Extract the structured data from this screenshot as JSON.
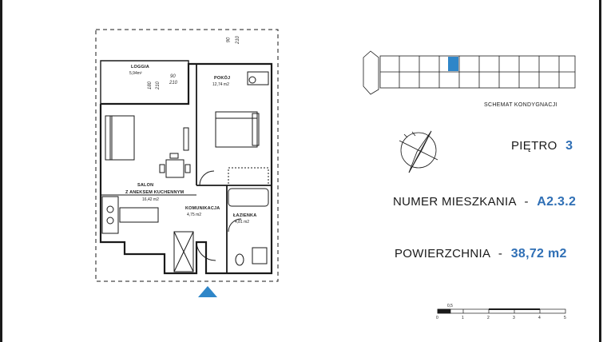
{
  "rooms": {
    "loggia": {
      "name": "LOGGIA",
      "area": "5,94m²"
    },
    "pokoj": {
      "name": "POKÓJ",
      "area": "12,74 m2"
    },
    "salon": {
      "name": "SALON",
      "name2": "Z ANEKSEM KUCHENNYM",
      "area": "16,42 m2"
    },
    "komunikacja": {
      "name": "KOMUNIKACJA",
      "area": "4,75 m2"
    },
    "lazienka": {
      "name": "ŁAZIENKA",
      "area": "4,81 m2"
    }
  },
  "dimensions": {
    "top_w": "90",
    "top_h": "210",
    "loggia_w": "90",
    "loggia_h": "210",
    "wall_a": "180",
    "wall_b": "210"
  },
  "schematic": {
    "label": "SCHEMAT KONDYGNACJI"
  },
  "info": {
    "floor_label": "PIĘTRO",
    "floor_value": "3",
    "apt_label": "NUMER MIESZKANIA",
    "apt_sep": "-",
    "apt_value": "A2.3.2",
    "area_label": "POWIERZCHNIA",
    "area_sep": "-",
    "area_value": "38,72 m2"
  },
  "scale": {
    "half": "0,5",
    "ticks": [
      "0",
      "1",
      "2",
      "3",
      "4",
      "5"
    ]
  },
  "colors": {
    "accent": "#2f6fb5",
    "line": "#1a1a1a"
  }
}
